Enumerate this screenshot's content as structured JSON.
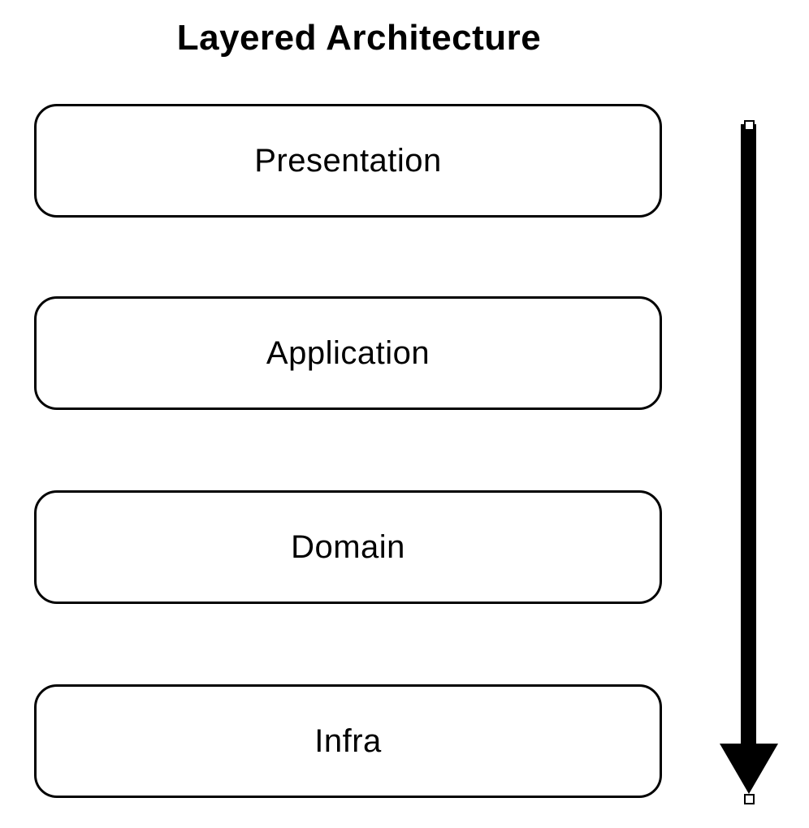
{
  "title": "Layered Architecture",
  "layers": [
    {
      "label": "Presentation"
    },
    {
      "label": "Application"
    },
    {
      "label": "Domain"
    },
    {
      "label": "Infra"
    }
  ],
  "arrow": {
    "direction": "down",
    "style": "solid-black-block-arrow",
    "handles": "selection-handles-top-and-bottom"
  },
  "colors": {
    "background": "#ffffff",
    "shape_stroke": "#000000",
    "shape_fill": "#ffffff",
    "text": "#000000",
    "arrow_fill": "#000000",
    "handle_fill": "#ffffff",
    "handle_stroke": "#000000"
  }
}
